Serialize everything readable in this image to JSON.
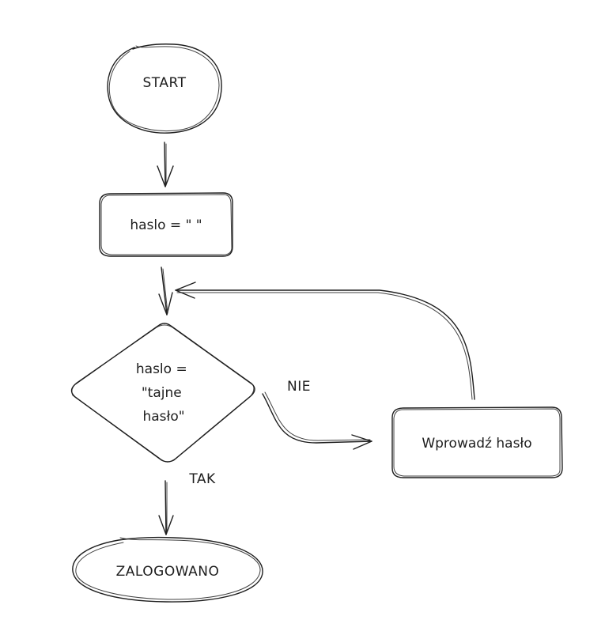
{
  "diagram": {
    "type": "flowchart",
    "nodes": {
      "start": {
        "shape": "ellipse",
        "label": "START"
      },
      "init": {
        "shape": "rounded-rect",
        "label": "haslo = \" \""
      },
      "decision": {
        "shape": "diamond",
        "lines": [
          "haslo =",
          "\"tajne",
          "hasło\""
        ]
      },
      "input": {
        "shape": "rounded-rect",
        "label": "Wprowadź hasło"
      },
      "end": {
        "shape": "ellipse",
        "label": "ZALOGOWANO"
      }
    },
    "edges": [
      {
        "from": "start",
        "to": "init",
        "label": ""
      },
      {
        "from": "init",
        "to": "decision",
        "label": ""
      },
      {
        "from": "decision",
        "to": "input",
        "label": "NIE"
      },
      {
        "from": "input",
        "to": "decision",
        "label": ""
      },
      {
        "from": "decision",
        "to": "end",
        "label": "TAK"
      }
    ],
    "colors": {
      "stroke": "#1e1e1e",
      "background": "#ffffff"
    }
  }
}
